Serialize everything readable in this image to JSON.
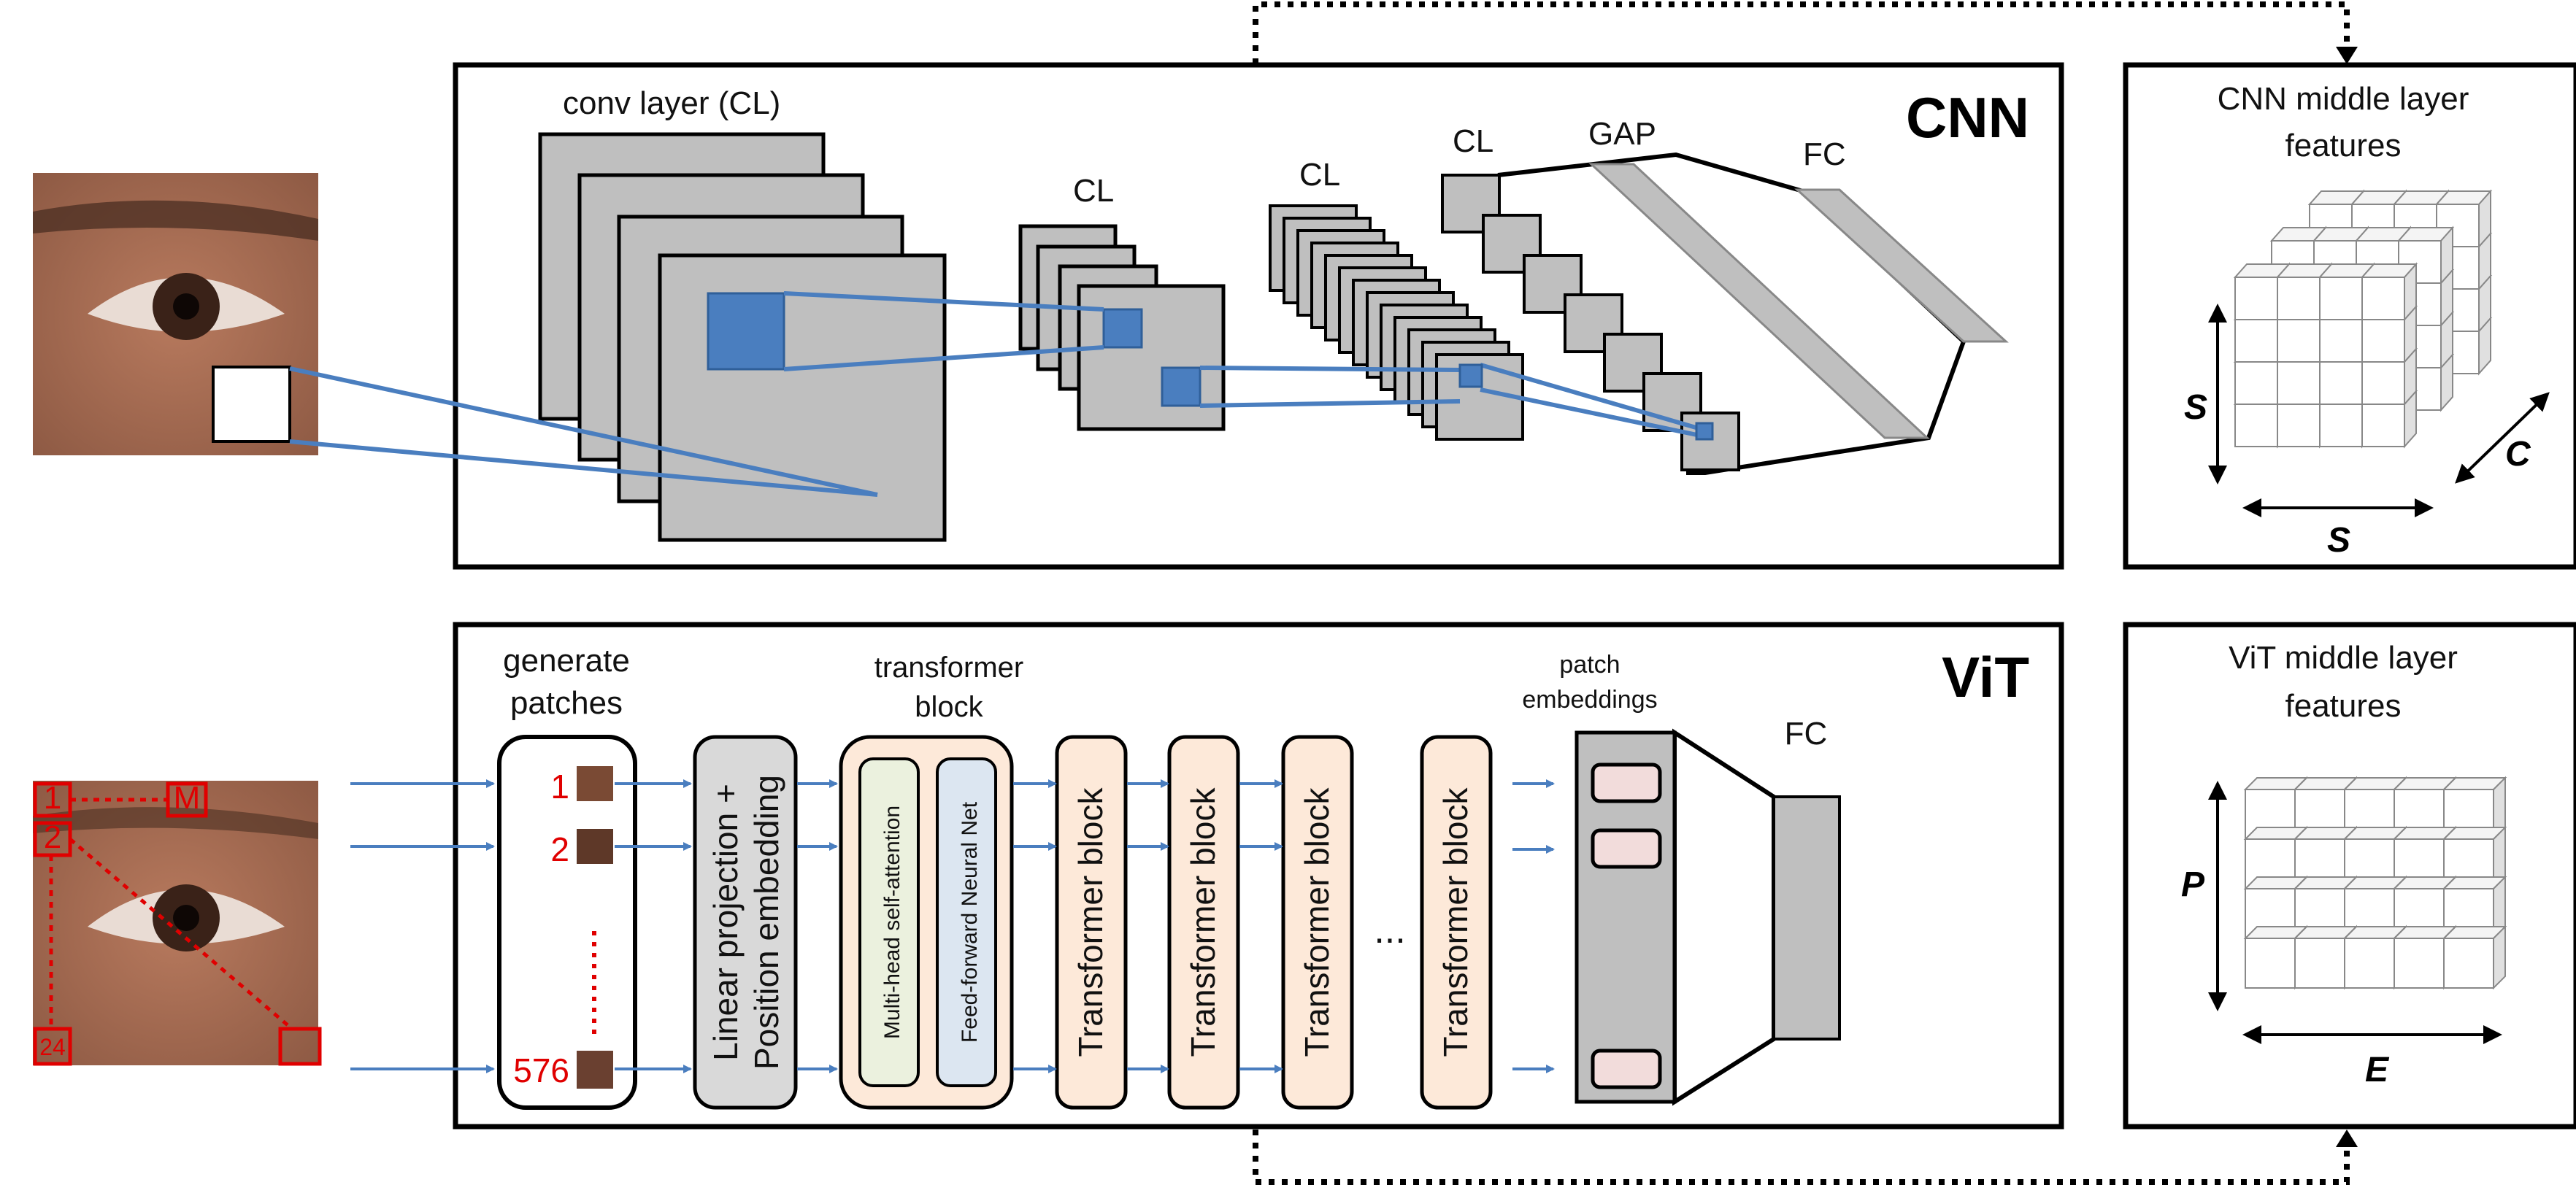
{
  "cnn": {
    "title": "CNN",
    "conv_label": "conv layer (CL)",
    "cl_label": "CL",
    "gap_label": "GAP",
    "fc_label": "FC"
  },
  "cnn_features": {
    "title_line1": "CNN middle layer",
    "title_line2": "features",
    "dim_s": "S",
    "dim_c": "C"
  },
  "vit": {
    "title": "ViT",
    "generate_line1": "generate",
    "generate_line2": "patches",
    "transformer_line1": "transformer",
    "transformer_line2": "block",
    "patch_emb_line1": "patch",
    "patch_emb_line2": "embeddings",
    "fc_label": "FC",
    "patch_numbers": [
      "1",
      "2",
      "576"
    ],
    "linear_projection_line1": "Linear projection +",
    "linear_projection_line2": "Position embedding",
    "mhsa": "Multi-head self-attention",
    "ffnn": "Feed-forward Neural Net",
    "transformer_block": "Transformer block",
    "ellipsis": "..."
  },
  "eye_grid": {
    "top_left": "1",
    "top_right": "M",
    "second": "2",
    "bottom_left": "24"
  },
  "vit_features": {
    "title_line1": "ViT middle layer",
    "title_line2": "features",
    "dim_p": "P",
    "dim_e": "E"
  },
  "colors": {
    "blue": "#4a7ebf",
    "gray": "#bfbfbf",
    "peach": "#fde9d9",
    "green": "#ebf1de",
    "lightblue": "#dce6f1",
    "pink": "#f2dcdb",
    "red": "#e00000"
  }
}
